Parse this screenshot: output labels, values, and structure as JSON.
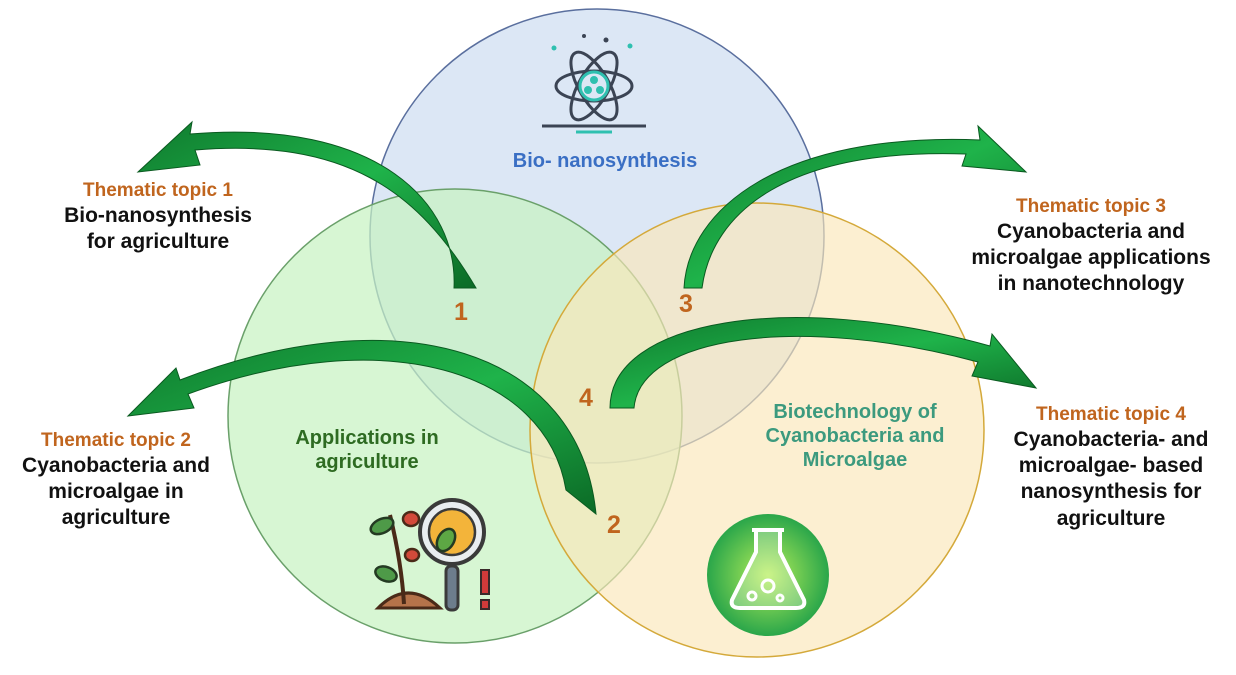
{
  "colors": {
    "nano_circle": "#d6e3f3",
    "agri_circle": "#c8f2c2",
    "bio_circle": "#fbe6b8",
    "arrow": "#16a34a",
    "topic_title": "#c0651e",
    "nano_text": "#3a6fc4",
    "agri_text": "#2e6b22",
    "bio_text": "#3c9a7e"
  },
  "circles": {
    "nano": {
      "label": "Bio- nanosynthesis",
      "icon": "atom-icon"
    },
    "agri": {
      "label_line1": "Applications in",
      "label_line2": "agriculture",
      "icon": "plant-magnifier-icon"
    },
    "bio": {
      "label_line1": "Biotechnology of",
      "label_line2": "Cyanobacteria and",
      "label_line3": "Microalgae",
      "icon": "flask-icon"
    }
  },
  "regions": {
    "r1": "1",
    "r2": "2",
    "r3": "3",
    "r4": "4"
  },
  "topics": [
    {
      "title": "Thematic topic 1",
      "lines": [
        "Bio-nanosynthesis",
        "for agriculture"
      ]
    },
    {
      "title": "Thematic topic 2",
      "lines": [
        "Cyanobacteria and",
        "microalgae in",
        "agriculture"
      ]
    },
    {
      "title": "Thematic topic 3",
      "lines": [
        "Cyanobacteria and",
        "microalgae applications",
        "in nanotechnology"
      ]
    },
    {
      "title": "Thematic topic 4",
      "lines": [
        "Cyanobacteria- and",
        "microalgae- based",
        "nanosynthesis for",
        "agriculture"
      ]
    }
  ]
}
